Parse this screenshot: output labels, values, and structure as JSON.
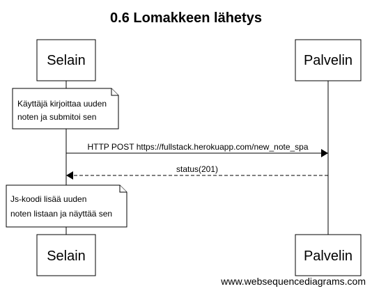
{
  "diagram": {
    "title": "0.6 Lomakkeen lähetys",
    "participants": [
      {
        "id": "browser",
        "label": "Selain"
      },
      {
        "id": "server",
        "label": "Palvelin"
      }
    ],
    "notes": [
      {
        "lines": [
          "Käyttäjä kirjoittaa uuden",
          "noten ja submitoi sen"
        ]
      },
      {
        "lines": [
          "Js-koodi lisää uuden",
          "noten listaan ja näyttää sen"
        ]
      }
    ],
    "messages": [
      {
        "label": "HTTP POST https://fullstack.herokuapp.com/new_note_spa",
        "style": "solid"
      },
      {
        "label": "status(201)",
        "style": "dashed"
      }
    ],
    "watermark": "www.websequencediagrams.com"
  }
}
